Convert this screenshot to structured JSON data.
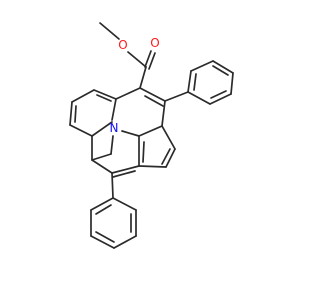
{
  "structure": {
    "atoms": {
      "n": {
        "symbol": "N",
        "color": "#1010ff"
      },
      "o_carbonyl": {
        "symbol": "O",
        "color": "#ff1a1a"
      },
      "o_ester": {
        "symbol": "O",
        "color": "#ff1a1a"
      }
    },
    "bond_color": "#2b2b2b"
  }
}
